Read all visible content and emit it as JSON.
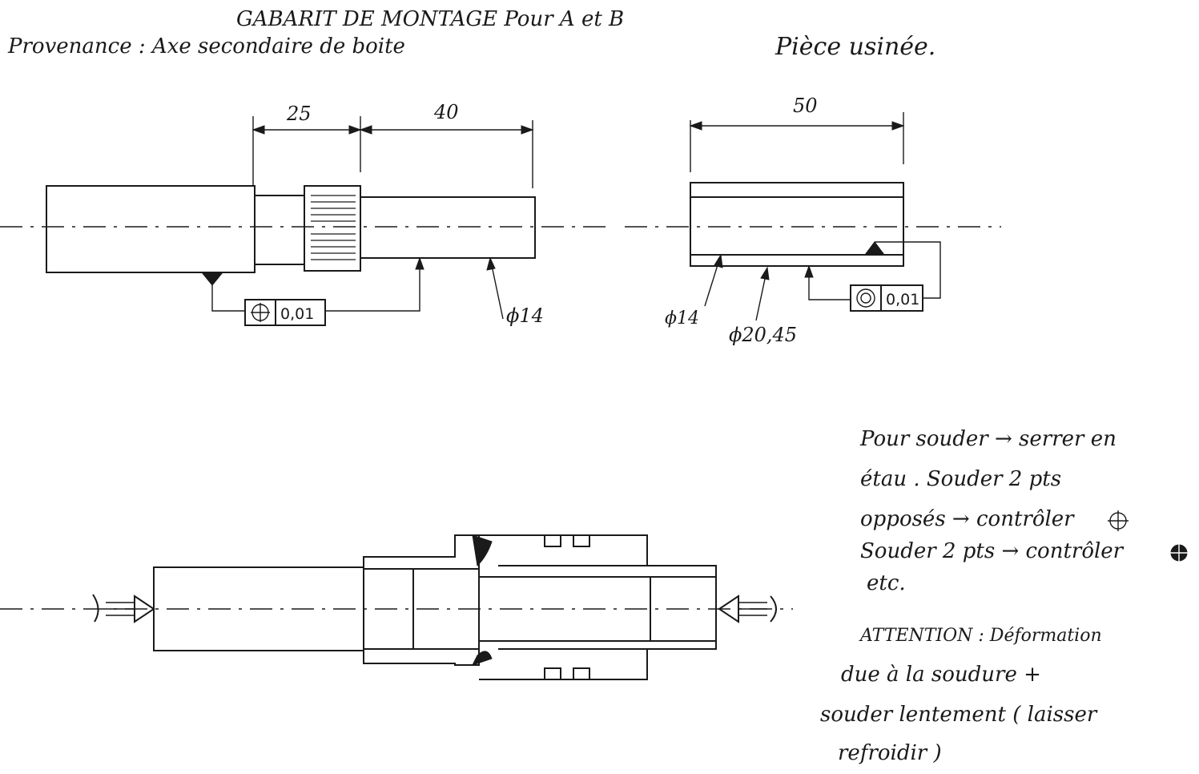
{
  "header": {
    "title": "GABARIT DE MONTAGE Pour A et B",
    "origin": "Provenance : Axe secondaire de boite",
    "part_label": "Pièce usinée."
  },
  "left_view": {
    "dim_25": "25",
    "dim_40": "40",
    "tolerance_value": "0,01",
    "diameter": "ϕ14"
  },
  "right_view": {
    "dim_50": "50",
    "tolerance_value": "0,01",
    "diameter_inner": "ϕ14",
    "diameter_outer": "ϕ20,45"
  },
  "notes": {
    "line1": "Pour souder → serrer en",
    "line2": "étau . Souder 2 pts",
    "line3": "opposés → contrôler",
    "line4": "Souder 2 pts → contrôler",
    "line5": "etc.",
    "attention1": "ATTENTION : Déformation",
    "attention2": "due à la soudure +",
    "attention3": "souder lentement ( laisser",
    "attention4": "refroidir )"
  }
}
